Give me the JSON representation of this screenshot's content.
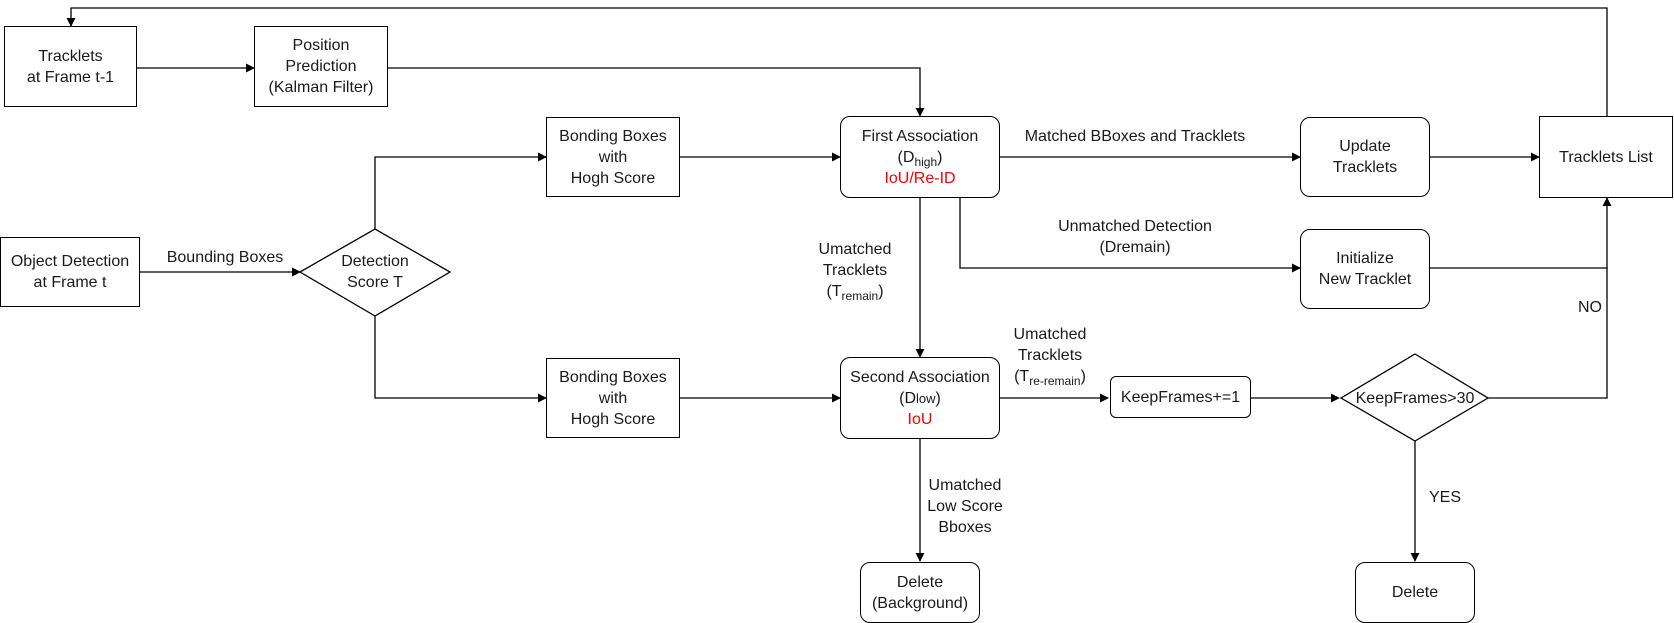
{
  "nodes": {
    "tracklets_prev": [
      "Tracklets",
      "at Frame t-1"
    ],
    "position_prediction": [
      "Position",
      "Prediction",
      "(Kalman Filter)"
    ],
    "object_detection": [
      "Object Detection",
      "at Frame t"
    ],
    "detection_score": [
      "Detection",
      "Score T"
    ],
    "bboxes_high": [
      "Bonding Boxes",
      "with",
      "Hogh Score"
    ],
    "bboxes_low": [
      "Bonding Boxes",
      "with",
      "Hogh Score"
    ],
    "first_association": {
      "line1": "First Association",
      "d_prefix": "(D",
      "d_sub": "high",
      "d_suffix": ")",
      "method": "IoU/Re-ID"
    },
    "second_association": {
      "line1": "Second Association",
      "d_prefix": "(D",
      "d_small": "low",
      "d_suffix": ")",
      "method": "IoU"
    },
    "update_tracklets": [
      "Update",
      "Tracklets"
    ],
    "initialize_tracklet": [
      "Initialize",
      "New Tracklet"
    ],
    "tracklets_list": "Tracklets List",
    "keepframes_inc": "KeepFrames+=1",
    "keepframes_check": "KeepFrames>30",
    "delete_background": [
      "Delete",
      "(Background)"
    ],
    "delete": "Delete"
  },
  "edges": {
    "bounding_boxes": "Bounding Boxes",
    "matched": "Matched BBoxes and Tracklets",
    "unmatched_detection": [
      "Unmatched Detection",
      "(Dremain)"
    ],
    "unmatched_tracklets": {
      "line1": "Umatched",
      "line2": "Tracklets",
      "prefix": "(T",
      "sub": "remain",
      "suffix": ")"
    },
    "unmatched_tracklets_2": {
      "line1": "Umatched",
      "line2": "Tracklets",
      "prefix": "(T",
      "sub": "re-remain",
      "suffix": ")"
    },
    "unmatched_low": [
      "Umatched",
      "Low Score",
      "Bboxes"
    ],
    "no": "NO",
    "yes": "YES"
  },
  "colors": {
    "stroke": "#000000",
    "highlight": "#ff0000"
  }
}
